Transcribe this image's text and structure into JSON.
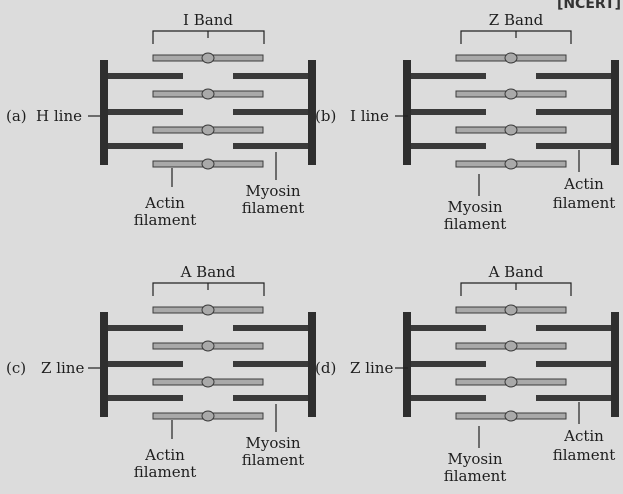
{
  "corner_tag": "[NCERT]",
  "panels": [
    {
      "letter": "(a)",
      "band_label": "I Band",
      "side_label": "H line",
      "bottom_left": [
        "Actin",
        "filament"
      ],
      "bottom_right": [
        "Myosin",
        "filament"
      ],
      "layout": "myosin-center"
    },
    {
      "letter": "(b)",
      "band_label": "Z Band",
      "side_label": "I line",
      "bottom_left": [
        "Myosin",
        "filament"
      ],
      "bottom_right": [
        "Actin",
        "filament"
      ],
      "layout": "actin-center"
    },
    {
      "letter": "(c)",
      "band_label": "A Band",
      "side_label": "Z line",
      "bottom_left": [
        "Actin",
        "filament"
      ],
      "bottom_right": [
        "Myosin",
        "filament"
      ],
      "layout": "myosin-center"
    },
    {
      "letter": "(d)",
      "band_label": "A Band",
      "side_label": "Z line",
      "bottom_left": [
        "Myosin",
        "filament"
      ],
      "bottom_right": [
        "Actin",
        "filament"
      ],
      "layout": "actin-center"
    }
  ]
}
